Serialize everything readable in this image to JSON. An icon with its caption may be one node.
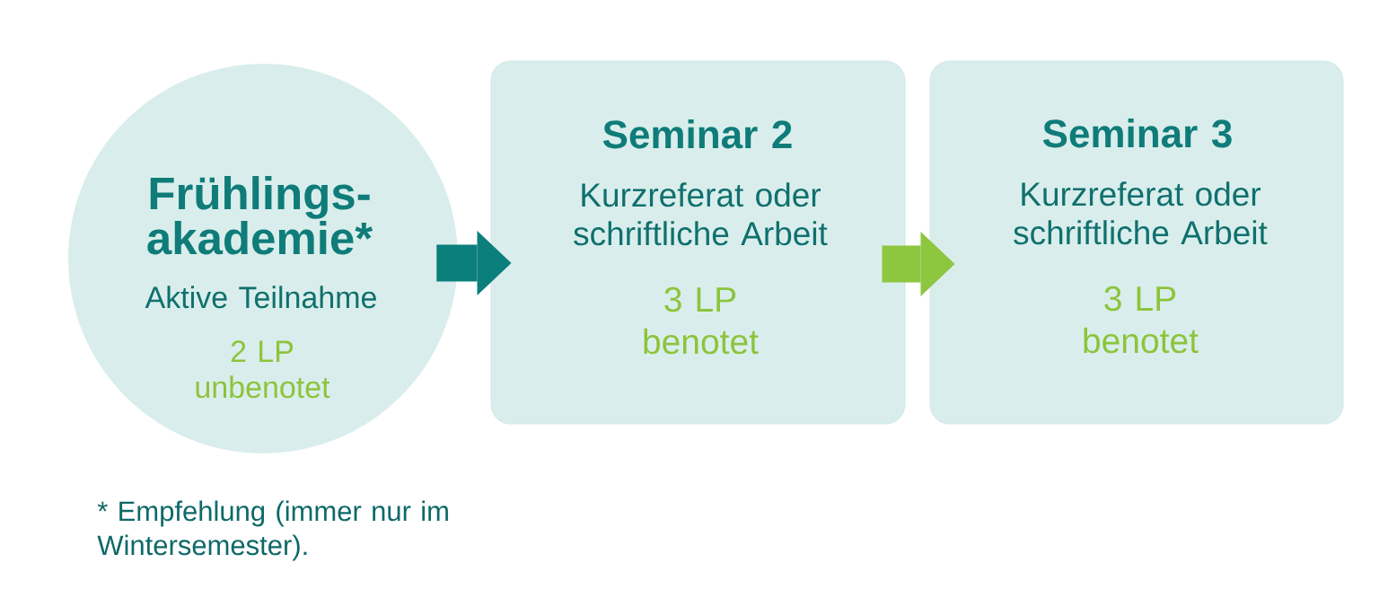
{
  "diagram": {
    "nodes": [
      {
        "text": [
          "Frühlings-akademie*",
          "Aktive Teilnahme",
          "2 LP unbenotet"
        ]
      },
      {
        "text": [
          "Seminar 2",
          "Kurzreferat oder schriftliche Arbeit",
          "3 LP benotet"
        ]
      },
      {
        "text": [
          "Seminar 3",
          "Kurzreferat oder schriftliche Arbeit",
          "3 LP benotet"
        ]
      }
    ],
    "edges": [
      {
        "from": 0,
        "to": 1,
        "arrow": "to",
        "color": "#0b7f7c"
      },
      {
        "from": 1,
        "to": 2,
        "arrow": "to",
        "color": "#8dc63f"
      }
    ],
    "labels": [
      "* Empfehlung (immer nur im Wintersemester)."
    ]
  }
}
